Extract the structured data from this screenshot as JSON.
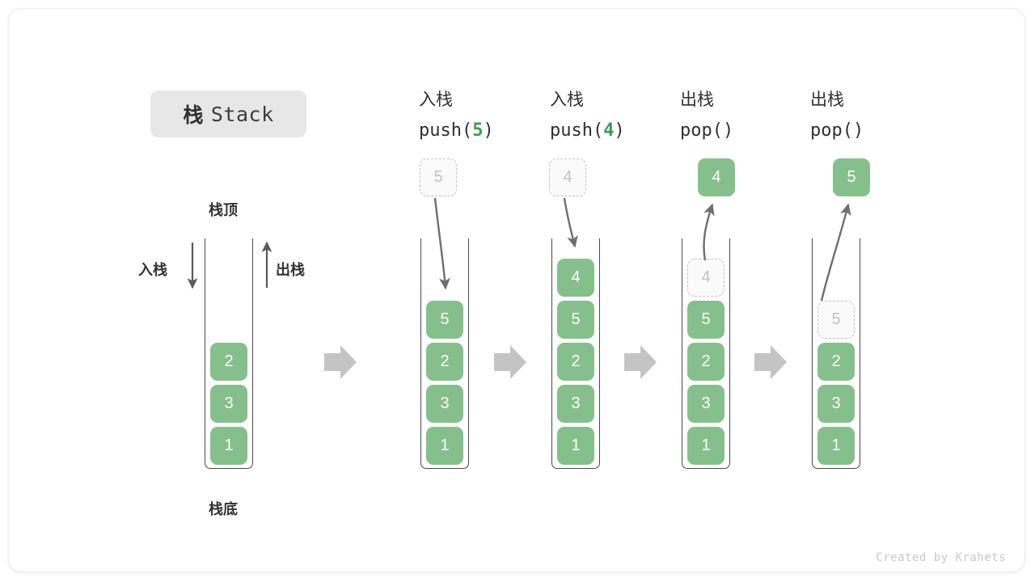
{
  "title": {
    "cn": "栈",
    "en": "Stack"
  },
  "left_diagram": {
    "top_label": "栈顶",
    "bottom_label": "栈底",
    "push_label": "入栈",
    "pop_label": "出栈",
    "cells": [
      "2",
      "3",
      "1"
    ]
  },
  "footer": "Created by Krahets",
  "colors": {
    "item_green": "#85c08c",
    "accent_green": "#3f9b52",
    "arrow_gray": "#c4c4c4",
    "line_gray": "#6f6f6f",
    "ghost_border": "#c4c4c4",
    "badge_bg": "#e7e7e7"
  },
  "steps": [
    {
      "op_cn": "入栈",
      "code_prefix": "push(",
      "code_num": "5",
      "code_suffix": ")",
      "float_box": {
        "value": "5",
        "style": "ghost"
      },
      "stack_cells": [
        "5",
        "2",
        "3",
        "1"
      ],
      "ghost_in_stack": null,
      "arrow_direction": "down"
    },
    {
      "op_cn": "入栈",
      "code_prefix": "push(",
      "code_num": "4",
      "code_suffix": ")",
      "float_box": {
        "value": "4",
        "style": "ghost"
      },
      "stack_cells": [
        "4",
        "5",
        "2",
        "3",
        "1"
      ],
      "ghost_in_stack": null,
      "arrow_direction": "down"
    },
    {
      "op_cn": "出栈",
      "code_prefix": "pop(",
      "code_num": "",
      "code_suffix": ")",
      "float_box": {
        "value": "4",
        "style": "solid"
      },
      "stack_cells": [
        "4",
        "5",
        "2",
        "3",
        "1"
      ],
      "ghost_in_stack": "4",
      "arrow_direction": "up"
    },
    {
      "op_cn": "出栈",
      "code_prefix": "pop(",
      "code_num": "",
      "code_suffix": ")",
      "float_box": {
        "value": "5",
        "style": "solid"
      },
      "stack_cells": [
        "5",
        "2",
        "3",
        "1"
      ],
      "ghost_in_stack": "5",
      "arrow_direction": "up"
    }
  ]
}
